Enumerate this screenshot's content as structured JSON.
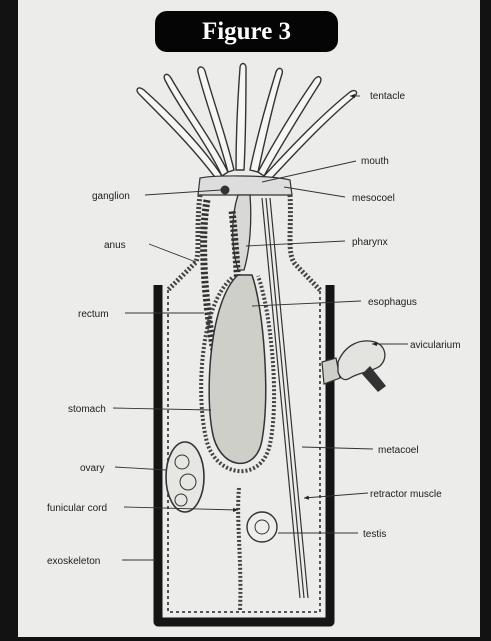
{
  "figure_title": "Figure 3",
  "labels": {
    "tentacle": "tentacle",
    "mouth": "mouth",
    "ganglion": "ganglion",
    "mesocoel": "mesocoel",
    "anus": "anus",
    "pharynx": "pharynx",
    "rectum": "rectum",
    "esophagus": "esophagus",
    "avicularium": "avicularium",
    "stomach": "stomach",
    "metacoel": "metacoel",
    "ovary": "ovary",
    "funicular_cord": "funicular cord",
    "retractor_muscle": "retractor muscle",
    "testis": "testis",
    "exoskeleton": "exoskeleton"
  }
}
